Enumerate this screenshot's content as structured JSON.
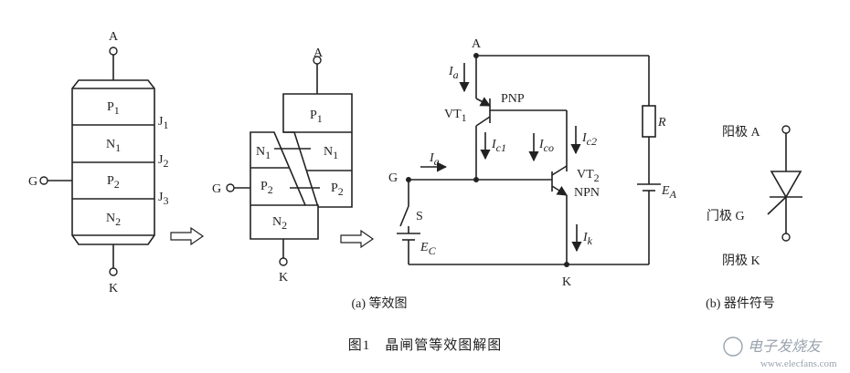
{
  "labels": {
    "a": "A",
    "k": "K",
    "g": "G",
    "p1": "P",
    "p1sub": "1",
    "n1": "N",
    "n1sub": "1",
    "p2": "P",
    "p2sub": "2",
    "n2": "N",
    "n2sub": "2",
    "j1": "J",
    "j1sub": "1",
    "j2": "J",
    "j2sub": "2",
    "j3": "J",
    "j3sub": "3",
    "ia": "I",
    "iasub": "a",
    "ig": "I",
    "igsub": "g",
    "ic1": "I",
    "ic1sub": "c1",
    "ico": "I",
    "icosub": "co",
    "ic2": "I",
    "ic2sub": "c2",
    "ik": "I",
    "iksub": "k",
    "vt1": "VT",
    "vt1sub": "1",
    "vt2": "VT",
    "vt2sub": "2",
    "pnp": "PNP",
    "npn": "NPN",
    "r": "R",
    "ea": "E",
    "easub": "A",
    "ec": "E",
    "ecsub": "C",
    "s": "S",
    "anode": "阳极 A",
    "gate": "门极 G",
    "cathode": "阴极 K"
  },
  "captions": {
    "equivalent": "(a) 等效图",
    "symbol": "(b) 器件符号",
    "figure": "图1　晶闸管等效图解图"
  },
  "watermark": {
    "text": "电子发烧友",
    "url": "www.elecfans.com"
  }
}
